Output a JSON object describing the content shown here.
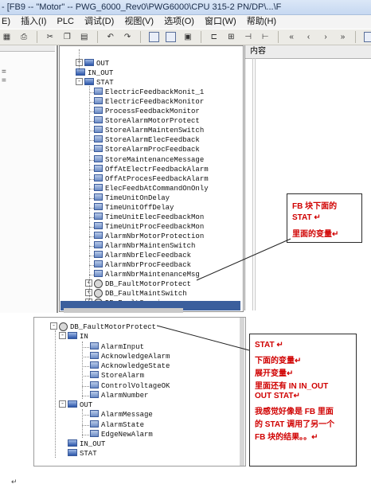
{
  "window": {
    "title": "- [FB9 -- \"Motor\" -- PWG_6000_Rev0\\PWG6000\\CPU 315-2 PN/DP\\...\\F"
  },
  "menubar": {
    "items": [
      "E)",
      "插入(I)",
      "PLC",
      "调试(D)",
      "视图(V)",
      "选项(O)",
      "窗口(W)",
      "帮助(H)"
    ]
  },
  "right_pane": {
    "header": "内容"
  },
  "top_tree": {
    "rows": [
      {
        "label": "OUT",
        "kind": "io",
        "expander": "+"
      },
      {
        "label": "IN_OUT",
        "kind": "io",
        "expander": ""
      },
      {
        "label": "STAT",
        "kind": "io",
        "expander": "-"
      },
      {
        "label": "ElectricFeedbackMonit_1",
        "kind": "var",
        "expander": ""
      },
      {
        "label": "ElectricFeedbackMonitor",
        "kind": "var",
        "expander": ""
      },
      {
        "label": "ProcessFeedbackMonitor",
        "kind": "var",
        "expander": ""
      },
      {
        "label": "StoreAlarmMotorProtect",
        "kind": "var",
        "expander": ""
      },
      {
        "label": "StoreAlarmMaintenSwitch",
        "kind": "var",
        "expander": ""
      },
      {
        "label": "StoreAlarmElecFeedback",
        "kind": "var",
        "expander": ""
      },
      {
        "label": "StoreAlarmProcFeedback",
        "kind": "var",
        "expander": ""
      },
      {
        "label": "StoreMaintenanceMessage",
        "kind": "var",
        "expander": ""
      },
      {
        "label": "OffAtElectrFeedbackAlarm",
        "kind": "var",
        "expander": ""
      },
      {
        "label": "OffAtProcesFeedbackAlarm",
        "kind": "var",
        "expander": ""
      },
      {
        "label": "ElecFeedbAtCommandOnOnly",
        "kind": "var",
        "expander": ""
      },
      {
        "label": "TimeUnitOnDelay",
        "kind": "var",
        "expander": ""
      },
      {
        "label": "TimeUnitOffDelay",
        "kind": "var",
        "expander": ""
      },
      {
        "label": "TimeUnitElecFeedbackMon",
        "kind": "var",
        "expander": ""
      },
      {
        "label": "TimeUnitProcFeedbackMon",
        "kind": "var",
        "expander": ""
      },
      {
        "label": "AlarmNbrMotorProtection",
        "kind": "var",
        "expander": ""
      },
      {
        "label": "AlarmNbrMaintenSwitch",
        "kind": "var",
        "expander": ""
      },
      {
        "label": "AlarmNbrElecFeedback",
        "kind": "var",
        "expander": ""
      },
      {
        "label": "AlarmNbrProcFeedback",
        "kind": "var",
        "expander": ""
      },
      {
        "label": "AlarmNbrMaintenanceMsg",
        "kind": "var",
        "expander": ""
      },
      {
        "label": "DB_FaultMotorProtect",
        "kind": "fb",
        "expander": "+"
      },
      {
        "label": "DB_FaultMaintSwitch",
        "kind": "fb",
        "expander": "+"
      },
      {
        "label": "DB_FaultService",
        "kind": "fb",
        "expander": "+"
      }
    ]
  },
  "bottom_tree": {
    "rows": [
      {
        "label": "DB_FaultMotorProtect",
        "kind": "fb",
        "expander": "-",
        "level": 0
      },
      {
        "label": "IN",
        "kind": "io",
        "expander": "-",
        "level": 1
      },
      {
        "label": "AlarmInput",
        "kind": "var",
        "expander": "",
        "level": 2
      },
      {
        "label": "AcknowledgeAlarm",
        "kind": "var",
        "expander": "",
        "level": 2
      },
      {
        "label": "AcknowledgeState",
        "kind": "var",
        "expander": "",
        "level": 2
      },
      {
        "label": "StoreAlarm",
        "kind": "var",
        "expander": "",
        "level": 2
      },
      {
        "label": "ControlVoltageOK",
        "kind": "var",
        "expander": "",
        "level": 2
      },
      {
        "label": "AlarmNumber",
        "kind": "var",
        "expander": "",
        "level": 2
      },
      {
        "label": "OUT",
        "kind": "io",
        "expander": "-",
        "level": 1
      },
      {
        "label": "AlarmMessage",
        "kind": "var",
        "expander": "",
        "level": 2
      },
      {
        "label": "AlarmState",
        "kind": "var",
        "expander": "",
        "level": 2
      },
      {
        "label": "EdgeNewAlarm",
        "kind": "var",
        "expander": "",
        "level": 2
      },
      {
        "label": "IN_OUT",
        "kind": "io",
        "expander": "",
        "level": 1
      },
      {
        "label": "STAT",
        "kind": "io",
        "expander": "",
        "level": 1
      }
    ]
  },
  "callout1": {
    "lines": [
      "FB 块下面的",
      "STAT ↵",
      "里面的变量↵"
    ]
  },
  "callout2": {
    "lines": [
      "STAT ↵",
      "下面的变量↵",
      "展开变量↵",
      "里面还有 IN IN_OUT",
      "OUT  STAT↵",
      "我感觉好像是 FB 里面",
      "的 STAT 调用了另一个",
      "FB 块的结果。。↵"
    ]
  },
  "return_mark": "↵",
  "colors": {
    "callout_text": "#d00000",
    "selection": "#3b5f9d"
  }
}
